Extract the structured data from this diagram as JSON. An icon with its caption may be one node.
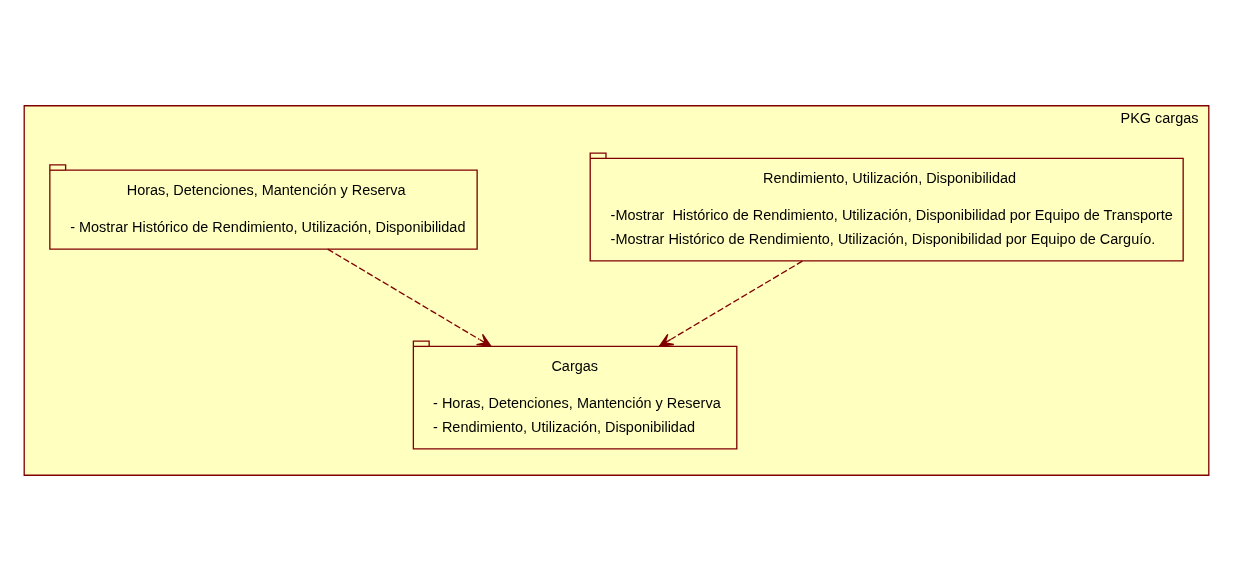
{
  "diagram": {
    "nodes": [
      {
        "text": [
          "PKG cargas"
        ]
      },
      {
        "text": [
          "Rendimiento, Utilización, Disponibilidad",
          "-Mostrar  Histórico de Rendimiento, Utilización, Disponibilidad por Equipo de Transporte",
          "-Mostrar Histórico de Rendimiento, Utilización, Disponibilidad por Equipo de Carguío."
        ],
        "in": 0
      },
      {
        "text": [
          "Horas, Detenciones, Mantención y Reserva",
          "- Mostrar Histórico de Rendimiento, Utilización, Disponibilidad"
        ],
        "in": 0
      },
      {
        "text": [
          "Cargas",
          "- Horas, Detenciones, Mantención y Reserva",
          "- Rendimiento, Utilización, Disponibilidad"
        ],
        "in": 0
      }
    ],
    "edges": [
      {
        "from": 1,
        "to": 3,
        "arrow": "to",
        "style": "dashed"
      },
      {
        "from": 2,
        "to": 3,
        "arrow": "to",
        "style": "dashed"
      }
    ]
  }
}
